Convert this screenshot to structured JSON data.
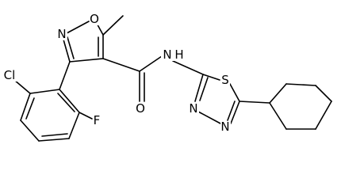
{
  "molecule": {
    "atoms": {
      "o_isoxazole": "O",
      "n_isoxazole": "N",
      "cl": "Cl",
      "f": "F",
      "o_carbonyl": "O",
      "n_amide": "N",
      "h_amide": "H",
      "s_thiadiazole": "S",
      "n_thiadiazole_1": "N",
      "n_thiadiazole_2": "N"
    }
  }
}
